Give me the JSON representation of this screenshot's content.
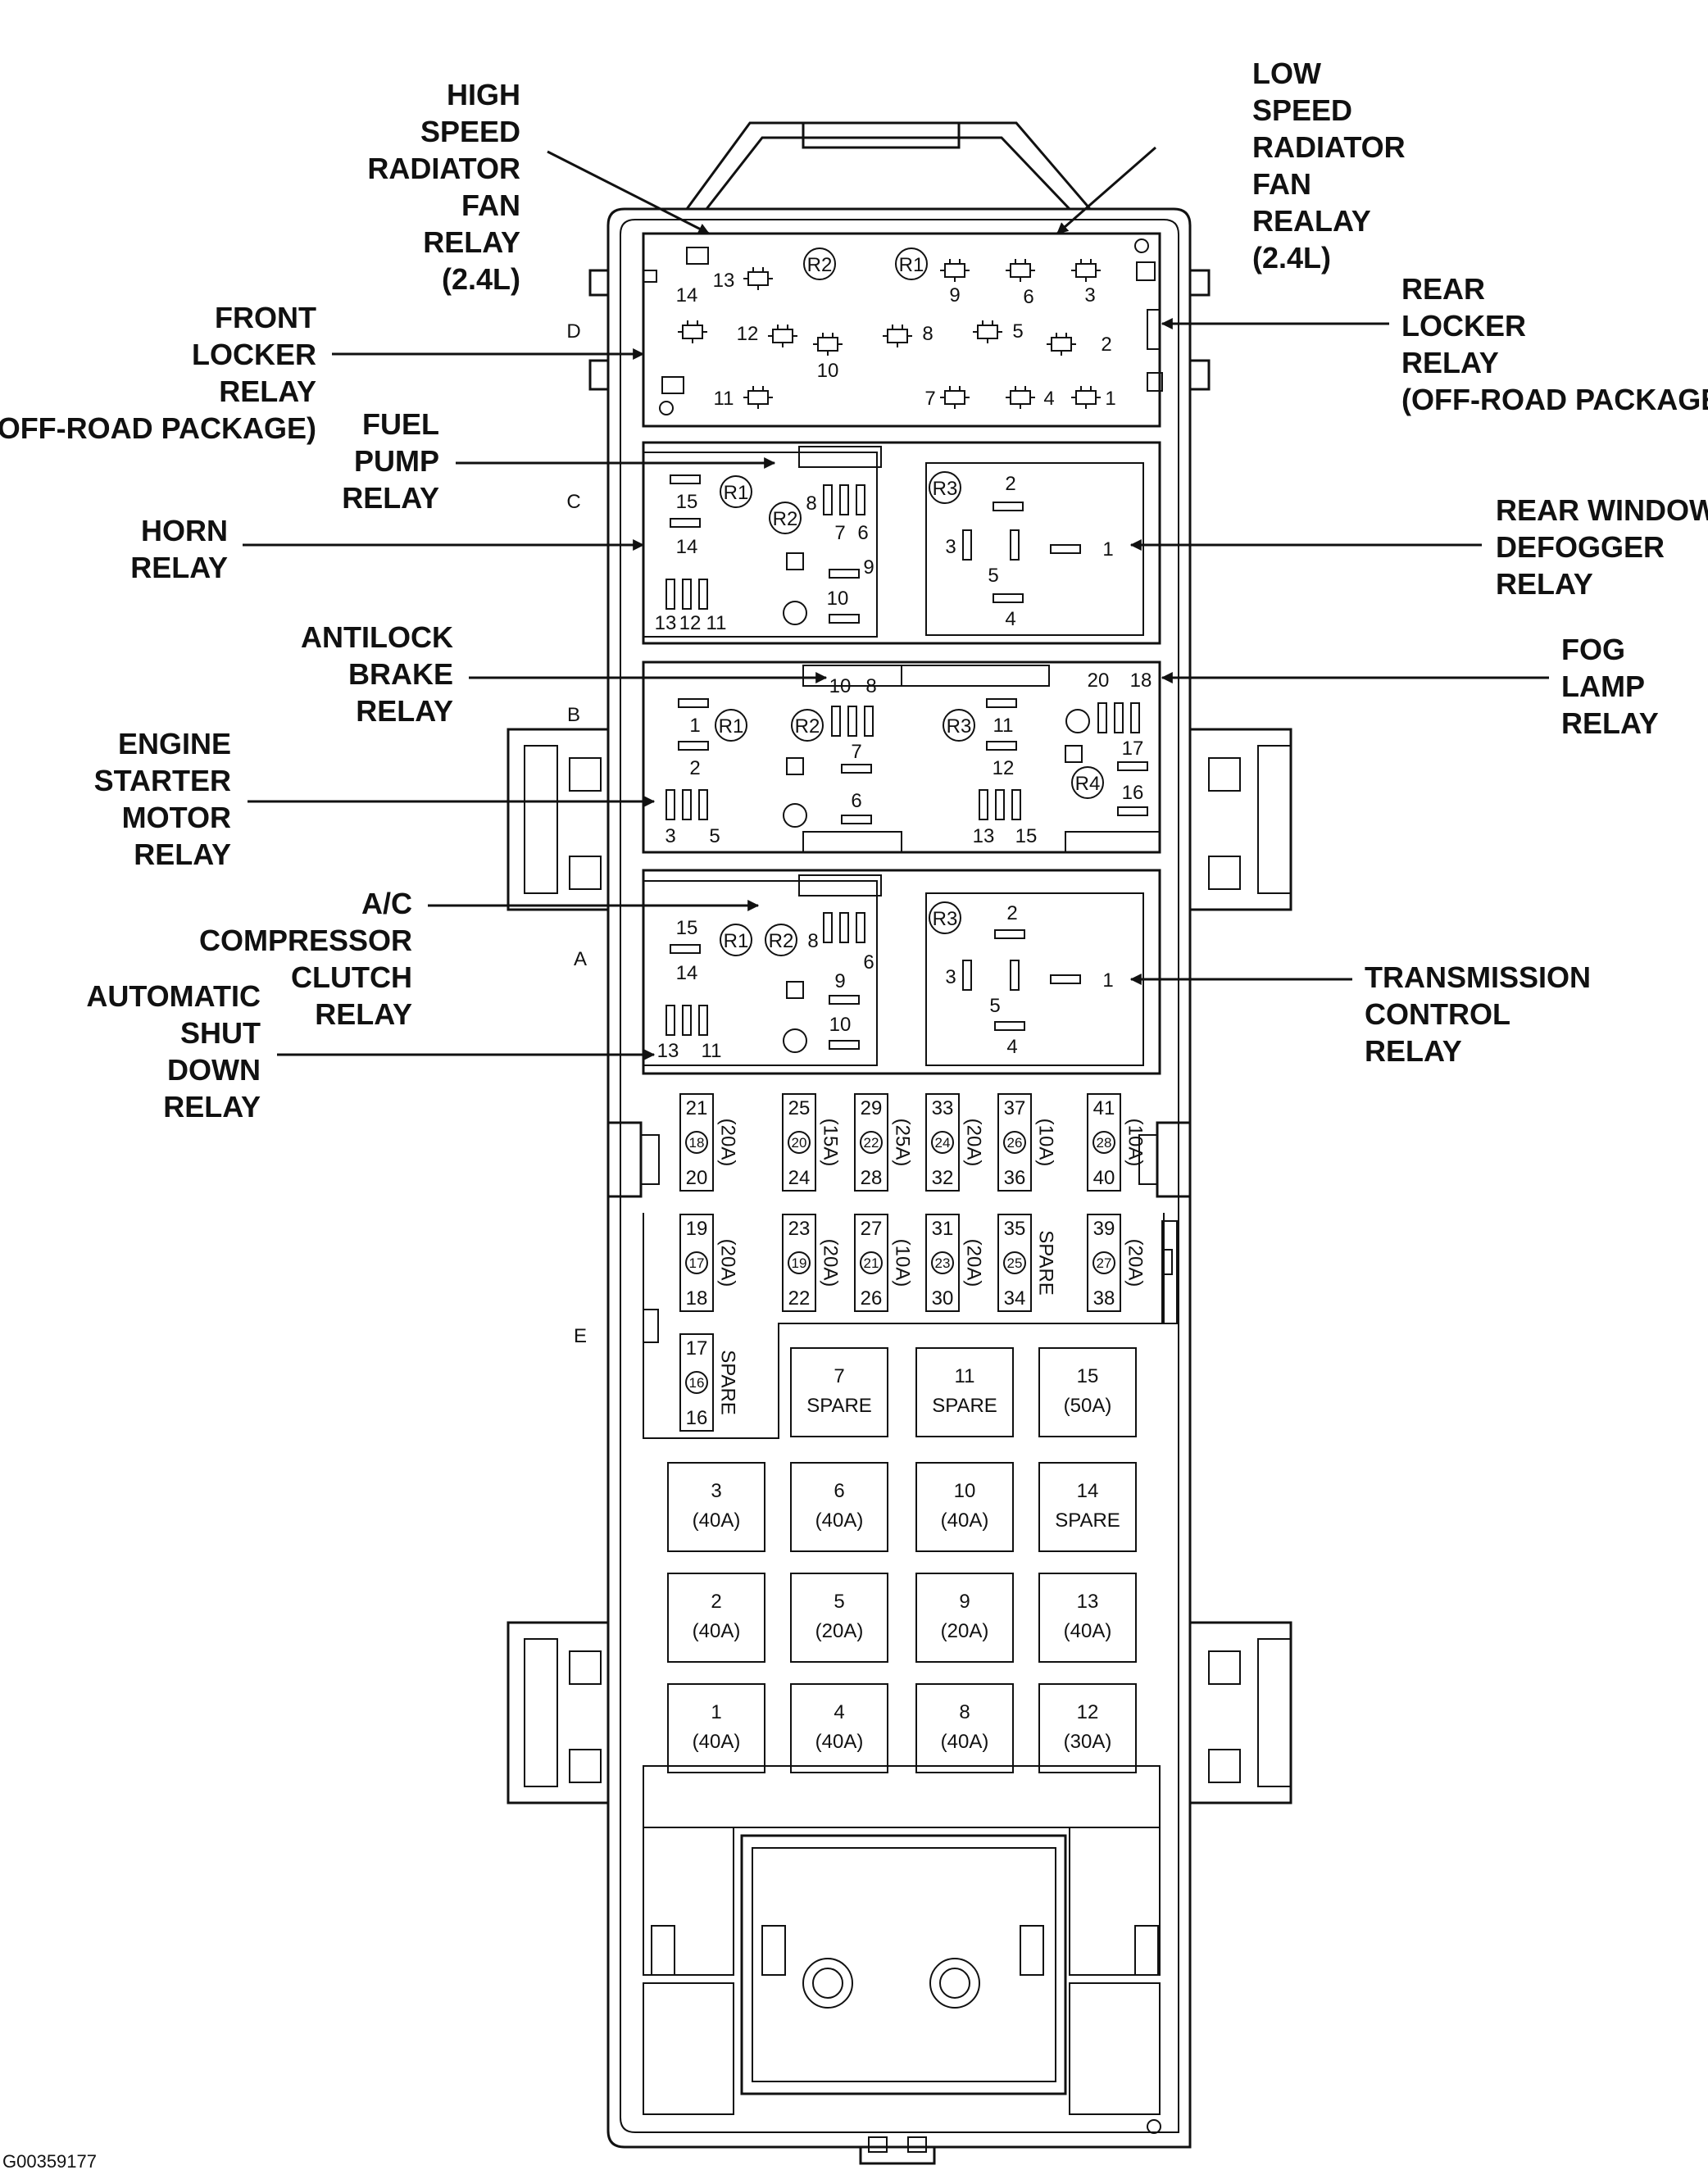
{
  "figure_id": "G00359177",
  "rows": {
    "a": "A",
    "b": "B",
    "c": "C",
    "d": "D",
    "e": "E"
  },
  "labels": {
    "high_speed_fan": [
      "HIGH",
      "SPEED",
      "RADIATOR",
      "FAN",
      "RELAY",
      "(2.4L)"
    ],
    "low_speed_fan": [
      "LOW",
      "SPEED",
      "RADIATOR",
      "FAN",
      "REALAY",
      "(2.4L)"
    ],
    "front_locker": [
      "FRONT",
      "LOCKER",
      "RELAY",
      "(OFF-ROAD PACKAGE)"
    ],
    "rear_locker": [
      "REAR",
      "LOCKER",
      "RELAY",
      "(OFF-ROAD PACKAGE)"
    ],
    "fuel_pump": [
      "FUEL",
      "PUMP",
      "RELAY"
    ],
    "horn": [
      "HORN",
      "RELAY"
    ],
    "rear_window_defogger": [
      "REAR WINDOW",
      "DEFOGGER",
      "RELAY"
    ],
    "antilock_brake": [
      "ANTILOCK",
      "BRAKE",
      "RELAY"
    ],
    "fog_lamp": [
      "FOG",
      "LAMP",
      "RELAY"
    ],
    "engine_starter": [
      "ENGINE",
      "STARTER",
      "MOTOR",
      "RELAY"
    ],
    "ac_compressor": [
      "A/C",
      "COMPRESSOR",
      "CLUTCH",
      "RELAY"
    ],
    "transmission_control": [
      "TRANSMISSION",
      "CONTROL",
      "RELAY"
    ],
    "auto_shutdown": [
      "AUTOMATIC",
      "SHUT",
      "DOWN",
      "RELAY"
    ]
  },
  "relay_tags": {
    "r1": "R1",
    "r2": "R2",
    "r3": "R3",
    "r4": "R4"
  },
  "micro_relay_terminals": [
    "1",
    "2",
    "3",
    "4",
    "5",
    "6",
    "7",
    "8",
    "9",
    "10",
    "11",
    "12",
    "13",
    "14"
  ],
  "relay_terminals": [
    "1",
    "2",
    "3",
    "4",
    "5",
    "6",
    "7",
    "8",
    "9",
    "10",
    "11",
    "12",
    "13",
    "14",
    "15",
    "16",
    "17",
    "18",
    "20"
  ],
  "mini_fuses": [
    {
      "top": "21",
      "id": "18",
      "bottom": "20",
      "rating": "(20A)"
    },
    {
      "top": "25",
      "id": "20",
      "bottom": "24",
      "rating": "(15A)"
    },
    {
      "top": "29",
      "id": "22",
      "bottom": "28",
      "rating": "(25A)"
    },
    {
      "top": "33",
      "id": "24",
      "bottom": "32",
      "rating": "(20A)"
    },
    {
      "top": "37",
      "id": "26",
      "bottom": "36",
      "rating": "(10A)"
    },
    {
      "top": "41",
      "id": "28",
      "bottom": "40",
      "rating": "(10A)"
    },
    {
      "top": "19",
      "id": "17",
      "bottom": "18",
      "rating": "(20A)"
    },
    {
      "top": "23",
      "id": "19",
      "bottom": "22",
      "rating": "(20A)"
    },
    {
      "top": "27",
      "id": "21",
      "bottom": "26",
      "rating": "(10A)"
    },
    {
      "top": "31",
      "id": "23",
      "bottom": "30",
      "rating": "(20A)"
    },
    {
      "top": "35",
      "id": "25",
      "bottom": "34",
      "rating": "SPARE"
    },
    {
      "top": "39",
      "id": "27",
      "bottom": "38",
      "rating": "(20A)"
    },
    {
      "top": "17",
      "id": "16",
      "bottom": "16",
      "rating": "SPARE"
    }
  ],
  "maxi_fuses": [
    {
      "num": "7",
      "rating": "SPARE"
    },
    {
      "num": "11",
      "rating": "SPARE"
    },
    {
      "num": "15",
      "rating": "(50A)"
    },
    {
      "num": "3",
      "rating": "(40A)"
    },
    {
      "num": "6",
      "rating": "(40A)"
    },
    {
      "num": "10",
      "rating": "(40A)"
    },
    {
      "num": "14",
      "rating": "SPARE"
    },
    {
      "num": "2",
      "rating": "(40A)"
    },
    {
      "num": "5",
      "rating": "(20A)"
    },
    {
      "num": "9",
      "rating": "(20A)"
    },
    {
      "num": "13",
      "rating": "(40A)"
    },
    {
      "num": "1",
      "rating": "(40A)"
    },
    {
      "num": "4",
      "rating": "(40A)"
    },
    {
      "num": "8",
      "rating": "(40A)"
    },
    {
      "num": "12",
      "rating": "(30A)"
    }
  ]
}
